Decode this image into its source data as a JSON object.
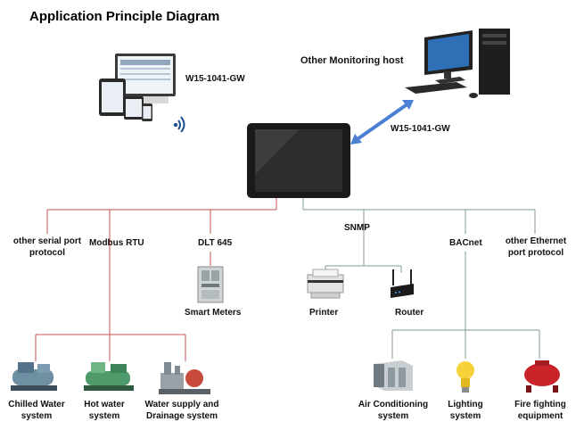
{
  "title": "Application Principle Diagram",
  "labels": {
    "gw_top": "W15-1041-GW",
    "gw_right": "W15-1041-GW",
    "other_monitoring_host": "Other Monitoring host",
    "snmp": "SNMP",
    "bacnet": "BACnet",
    "other_serial_1": "other serial port",
    "other_serial_2": "protocol",
    "modbus_rtu": "Modbus RTU",
    "dlt645": "DLT 645",
    "other_ethernet_1": "other Ethernet",
    "other_ethernet_2": "port protocol",
    "smart_meters": "Smart Meters",
    "printer": "Printer",
    "router": "Router",
    "chilled_1": "Chilled Water",
    "chilled_2": "system",
    "hotwater_1": "Hot water",
    "hotwater_2": "system",
    "watersupply_1": "Water supply and",
    "watersupply_2": "Drainage system",
    "aircon_1": "Air Conditioning",
    "aircon_2": "system",
    "lighting_1": "Lighting",
    "lighting_2": "system",
    "fire_1": "Fire fighting",
    "fire_2": "equipment"
  },
  "colors": {
    "serial_line": "#c0504d",
    "ethernet_line": "#7f9f8f",
    "arrow": "#4a7fd4"
  }
}
